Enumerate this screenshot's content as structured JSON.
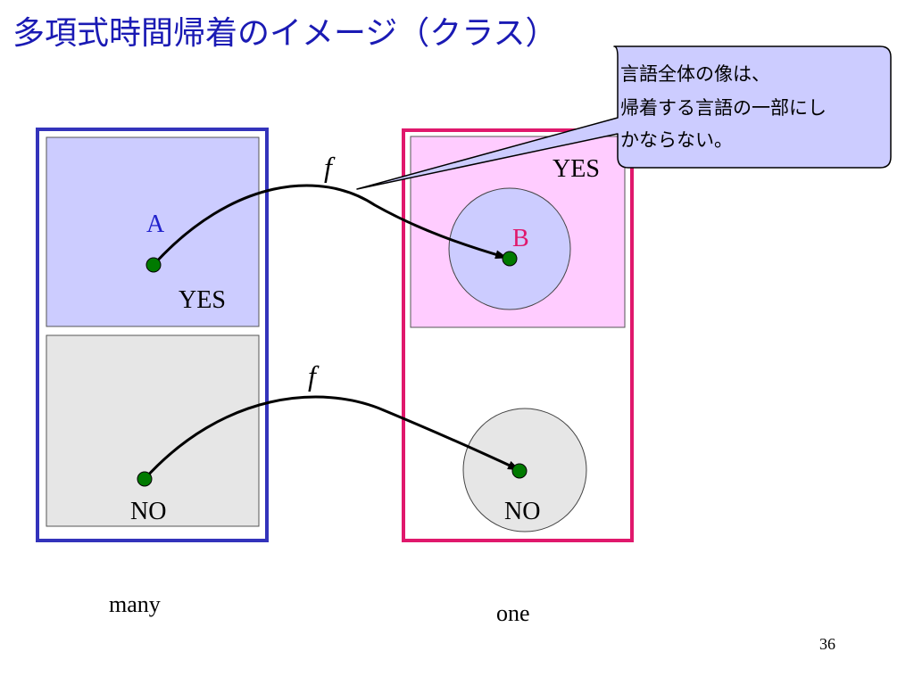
{
  "title": "多項式時間帰着のイメージ（クラス）",
  "left_set": {
    "yes_label": "YES",
    "no_label": "NO",
    "point_label": "A",
    "caption": "many",
    "yes_fill": "#ccccff",
    "no_fill": "#e6e6e6",
    "border_color": "#3333bb"
  },
  "right_set": {
    "yes_label": "YES",
    "no_label": "NO",
    "point_label": "B",
    "caption": "one",
    "yes_fill": "#ffccff",
    "border_color": "#e0186c"
  },
  "arrows": {
    "upper_label": "f",
    "lower_label": "f"
  },
  "callout": {
    "lines": [
      "言語全体の像は、",
      "帰着する言語の一部にし",
      "かならない。"
    ],
    "fill": "#ccccff"
  },
  "page_number": "36",
  "colors": {
    "point": "#007a00",
    "point_label_A": "#2222cc",
    "point_label_B": "#e0186c"
  }
}
